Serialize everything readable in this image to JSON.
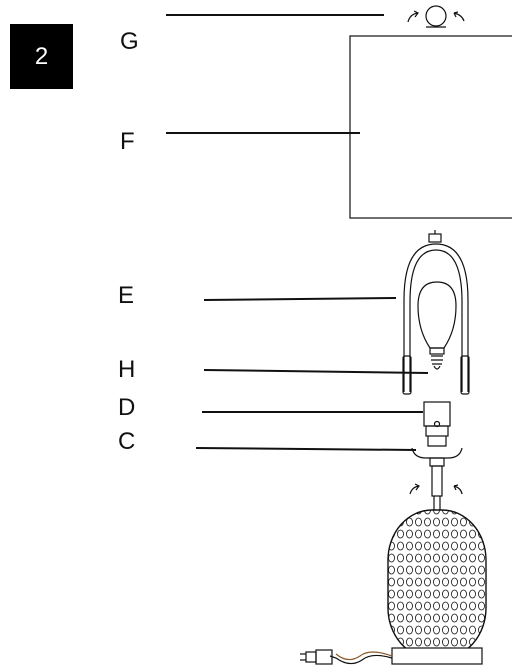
{
  "step": {
    "number": "2"
  },
  "labels": {
    "g": "G",
    "f": "F",
    "e": "E",
    "h": "H",
    "d": "D",
    "c": "C"
  },
  "colors": {
    "ink": "#111111",
    "badge": "#000000",
    "badge_text": "#ffffff"
  }
}
